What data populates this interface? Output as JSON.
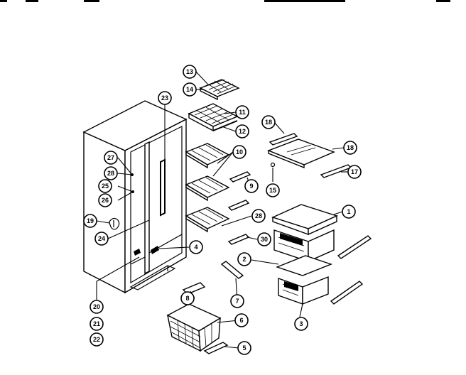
{
  "diagram": {
    "callouts": [
      {
        "id": "c13",
        "label": "13"
      },
      {
        "id": "c14",
        "label": "14"
      },
      {
        "id": "c23",
        "label": "23"
      },
      {
        "id": "c11",
        "label": "11"
      },
      {
        "id": "c12",
        "label": "12"
      },
      {
        "id": "c18a",
        "label": "18"
      },
      {
        "id": "c18b",
        "label": "18"
      },
      {
        "id": "c10",
        "label": "10"
      },
      {
        "id": "c27",
        "label": "27"
      },
      {
        "id": "c28a",
        "label": "28"
      },
      {
        "id": "c25",
        "label": "25"
      },
      {
        "id": "c26",
        "label": "26"
      },
      {
        "id": "c9",
        "label": "9"
      },
      {
        "id": "c17",
        "label": "17"
      },
      {
        "id": "c15",
        "label": "15"
      },
      {
        "id": "c1",
        "label": "1"
      },
      {
        "id": "c19",
        "label": "19"
      },
      {
        "id": "c28b",
        "label": "28"
      },
      {
        "id": "c24",
        "label": "24"
      },
      {
        "id": "c30",
        "label": "30"
      },
      {
        "id": "c4",
        "label": "4"
      },
      {
        "id": "c2",
        "label": "2"
      },
      {
        "id": "c8",
        "label": "8"
      },
      {
        "id": "c7",
        "label": "7"
      },
      {
        "id": "c20",
        "label": "20"
      },
      {
        "id": "c21",
        "label": "21"
      },
      {
        "id": "c22",
        "label": "22"
      },
      {
        "id": "c6",
        "label": "6"
      },
      {
        "id": "c3",
        "label": "3"
      },
      {
        "id": "c5",
        "label": "5"
      }
    ]
  }
}
